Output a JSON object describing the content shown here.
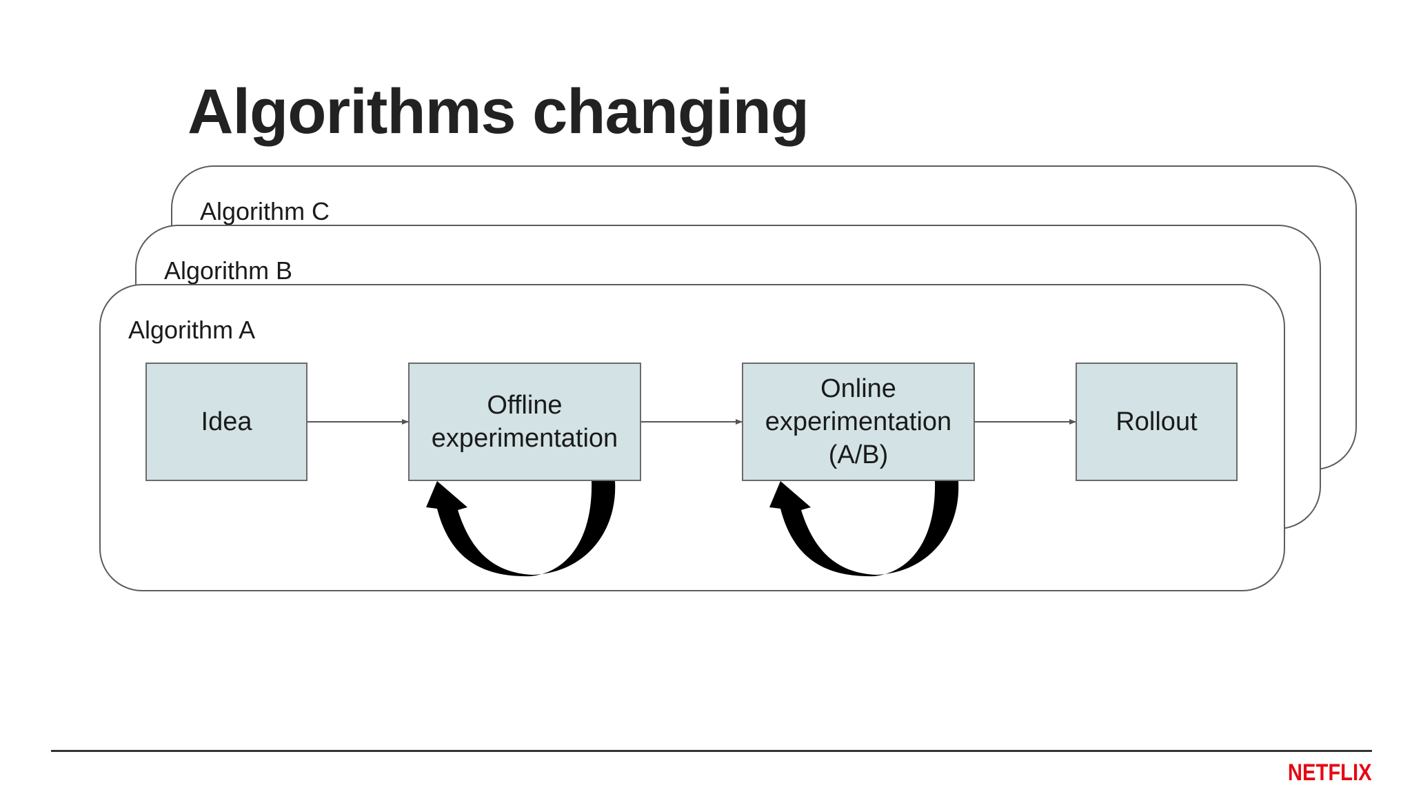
{
  "title": "Algorithms changing",
  "frames": [
    {
      "label": "Algorithm C"
    },
    {
      "label": "Algorithm B"
    },
    {
      "label": "Algorithm A"
    }
  ],
  "steps": [
    {
      "label": "Idea"
    },
    {
      "label": "Offline\nexperimentation"
    },
    {
      "label": "Online\nexperimentation\n(A/B)"
    },
    {
      "label": "Rollout"
    }
  ],
  "colors": {
    "step_fill": "#d3e2e4",
    "frame_border": "#5c5c5c",
    "loop_arrow": "#000000",
    "brand": "#e50914"
  },
  "icons": [
    "curved-loop-arrow-icon"
  ],
  "footer": {
    "brand": "NETFLIX"
  }
}
